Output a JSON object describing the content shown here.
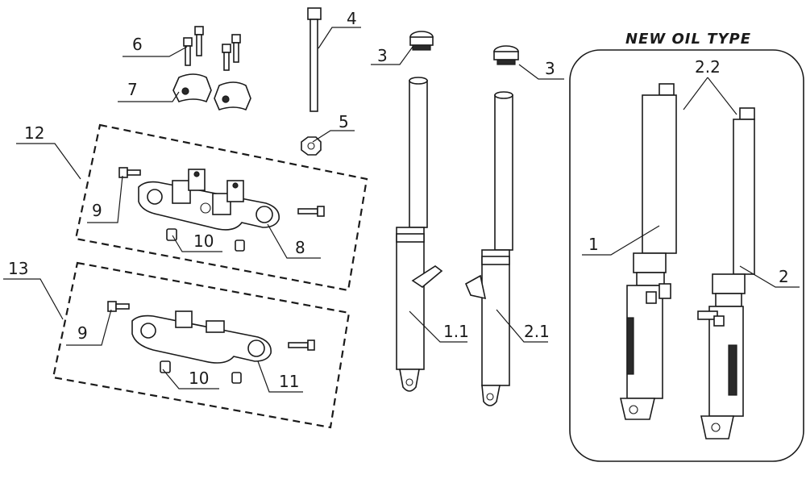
{
  "header": {
    "new_oil_type": "NEW OIL TYPE"
  },
  "callouts": {
    "c6": "6",
    "c7": "7",
    "c4": "4",
    "c5": "5",
    "c3a": "3",
    "c3b": "3",
    "c12": "12",
    "c9a": "9",
    "c10a": "10",
    "c8": "8",
    "c13": "13",
    "c9b": "9",
    "c10b": "10",
    "c11": "11",
    "c11b": "1.1",
    "c21": "2.1",
    "c22": "2.2",
    "c1": "1",
    "c2": "2"
  },
  "colors": {
    "ink": "#1a1a1a",
    "background": "#ffffff"
  }
}
